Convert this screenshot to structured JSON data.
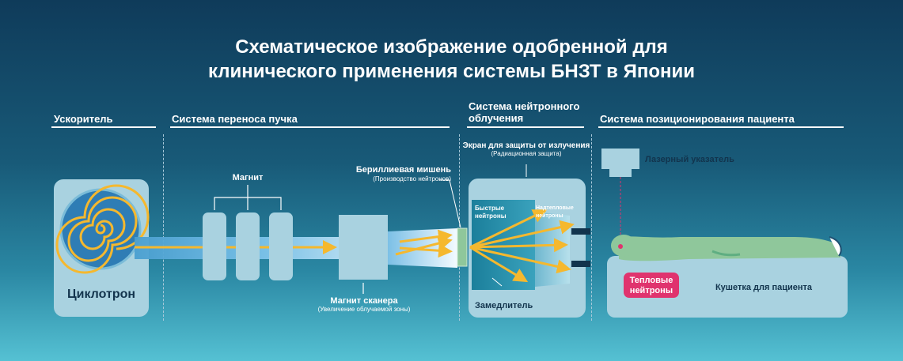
{
  "title": {
    "line1": "Схематическое изображение одобренной для",
    "line2": "клинического применения системы БНЗТ в Японии"
  },
  "sections": {
    "accelerator": "Ускоритель",
    "beam_transport": "Система переноса пучка",
    "neutron_irradiation_line1": "Система нейтронного",
    "neutron_irradiation_line2": "облучения",
    "patient_positioning": "Система позиционирования пациента"
  },
  "labels": {
    "cyclotron": "Циклотрон",
    "magnet": "Магнит",
    "scanner_magnet": "Магнит сканера",
    "scanner_magnet_note": "(Увеличение облучаемой зоны)",
    "beryllium_target": "Бериллиевая мишень",
    "beryllium_target_note": "(Производство нейтронов)",
    "shield": "Экран для защиты от излучения",
    "shield_note": "(Радиационная защита)",
    "fast_neutrons_line1": "Быстрые",
    "fast_neutrons_line2": "нейтроны",
    "epithermal_line1": "Надтепловые",
    "epithermal_line2": "нейтроны",
    "moderator": "Замедлитель",
    "laser_pointer": "Лазерный указатель",
    "thermal_neutrons_line1": "Тепловые",
    "thermal_neutrons_line2": "нейтроны",
    "patient_couch": "Кушетка для пациента"
  },
  "colors": {
    "background_top": "#0f3b5a",
    "background_bottom": "#55c1d3",
    "device_fill": "#a9d2e0",
    "beam_arrow": "#f5b82e",
    "thermal_badge": "#e0336e",
    "patient": "#8fc79b"
  }
}
